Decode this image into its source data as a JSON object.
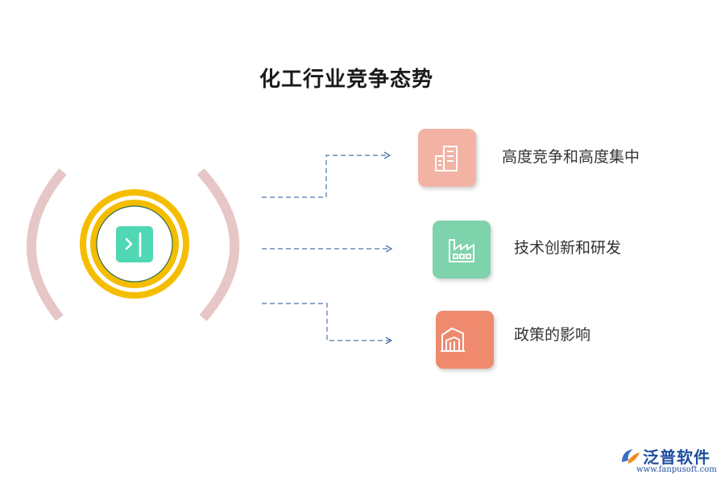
{
  "title": "化工行业竞争态势",
  "center": {
    "icon": "panel-collapse-icon"
  },
  "items": [
    {
      "label": "高度竞争和高度集中",
      "icon": "building-icon",
      "color": "#f2b3a5"
    },
    {
      "label": "技术创新和研发",
      "icon": "factory-icon",
      "color": "#7ed3ac"
    },
    {
      "label": "政策的影响",
      "icon": "warehouse-icon",
      "color": "#ef8a6f"
    }
  ],
  "colors": {
    "ring": "#f5bd00",
    "inner_circle_stroke": "#2f6e56",
    "center_tile": "#4fd8b3",
    "parentheses": "#e6c6c6",
    "connector": "#4f74a8"
  },
  "logo": {
    "text": "泛普软件",
    "url": "www.fanpusoft.com"
  }
}
